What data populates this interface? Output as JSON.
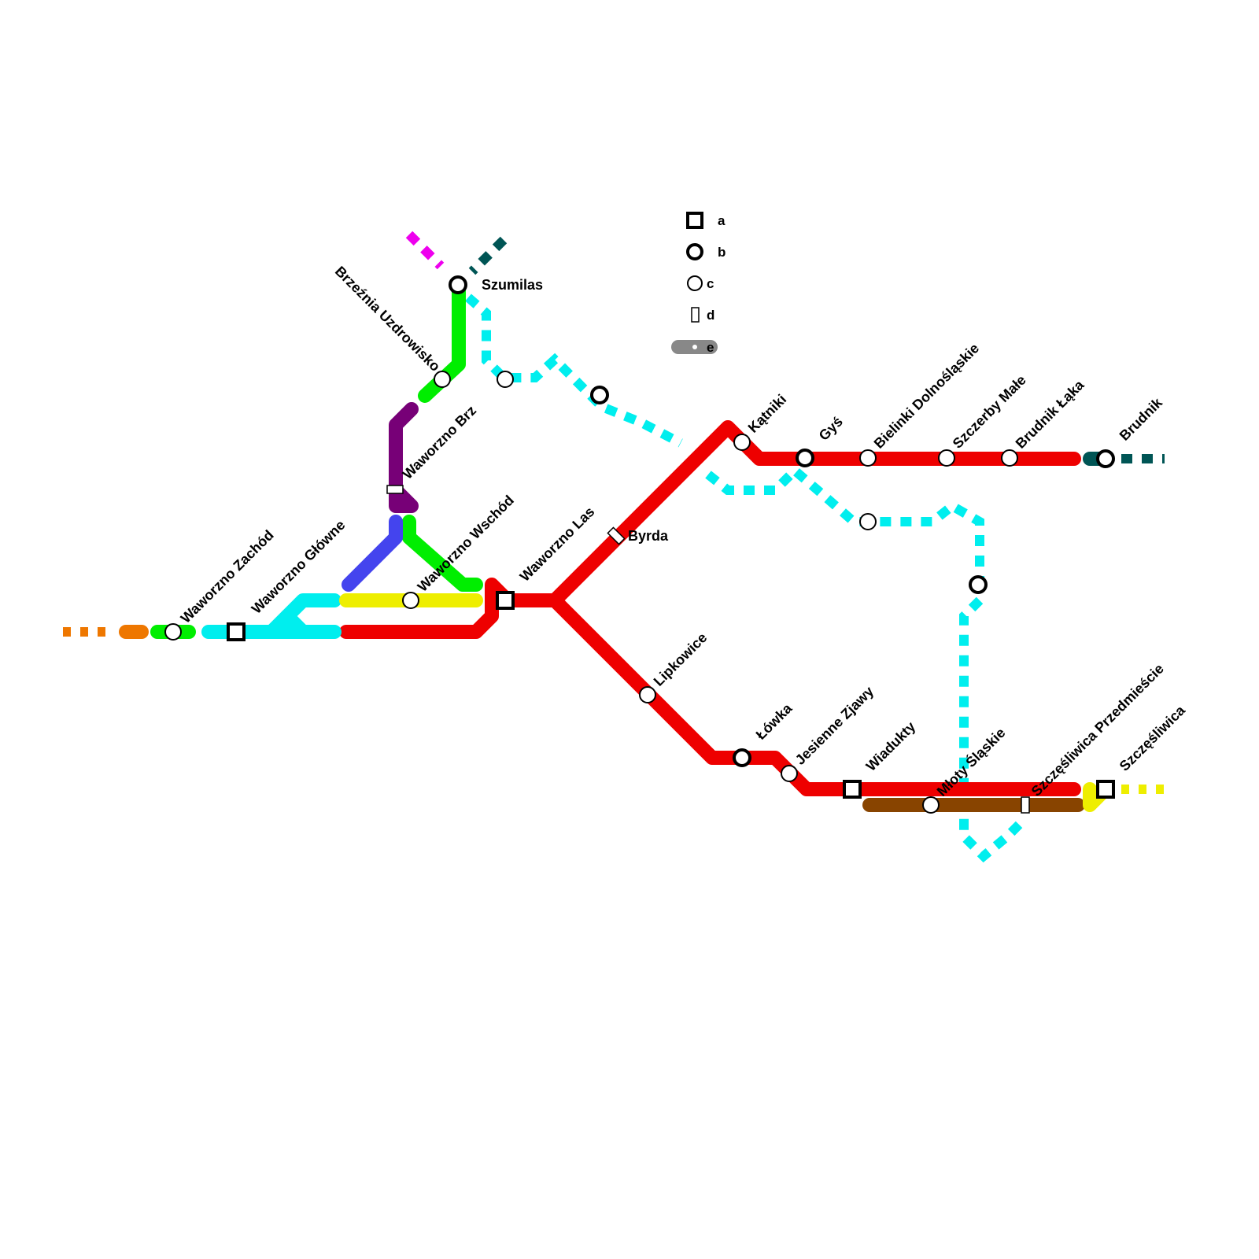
{
  "colors": {
    "red": "#ee0000",
    "cyan": "#00eeee",
    "green": "#00ee00",
    "purple": "#770077",
    "blue": "#4444ee",
    "yellow": "#eeee00",
    "orange": "#ee7700",
    "teal": "#005555",
    "magenta": "#ee00ee",
    "brown": "#884400",
    "grey": "#888888"
  },
  "legend": {
    "a": "a",
    "b": "b",
    "c": "c",
    "d": "d",
    "e": "e"
  },
  "stations": {
    "waworzno_zachod": "Waworzno Zachód",
    "waworzno_glowne": "Waworzno Główne",
    "brzeznia_uzdrowisko": "Brzeźnia Uzdrowisko",
    "szumilas": "Szumilas",
    "waworzno_brz": "Waworzno Brz",
    "waworzno_wschod": "Waworzno Wschód",
    "waworzno_las": "Waworzno Las",
    "byrda": "Byrda",
    "katniki": "Kątniki",
    "gys": "Gyś",
    "bielinki": "Bielinki Dolnośląskie",
    "szczerby": "Szczerby Małe",
    "brudnik_laka": "Brudnik Łąka",
    "brudnik": "Brudnik",
    "lipkowice": "Lipkowice",
    "lowka": "Łówka",
    "jesienne_zjawy": "Jesienne Zjawy",
    "wiadukty": "Wiadukty",
    "mloty_slaskie": "Młoty Śląskie",
    "szczesliwica_przedmiescie": "Szczęśliwica Przedmieście",
    "szczesliwica": "Szczęśliwica"
  }
}
